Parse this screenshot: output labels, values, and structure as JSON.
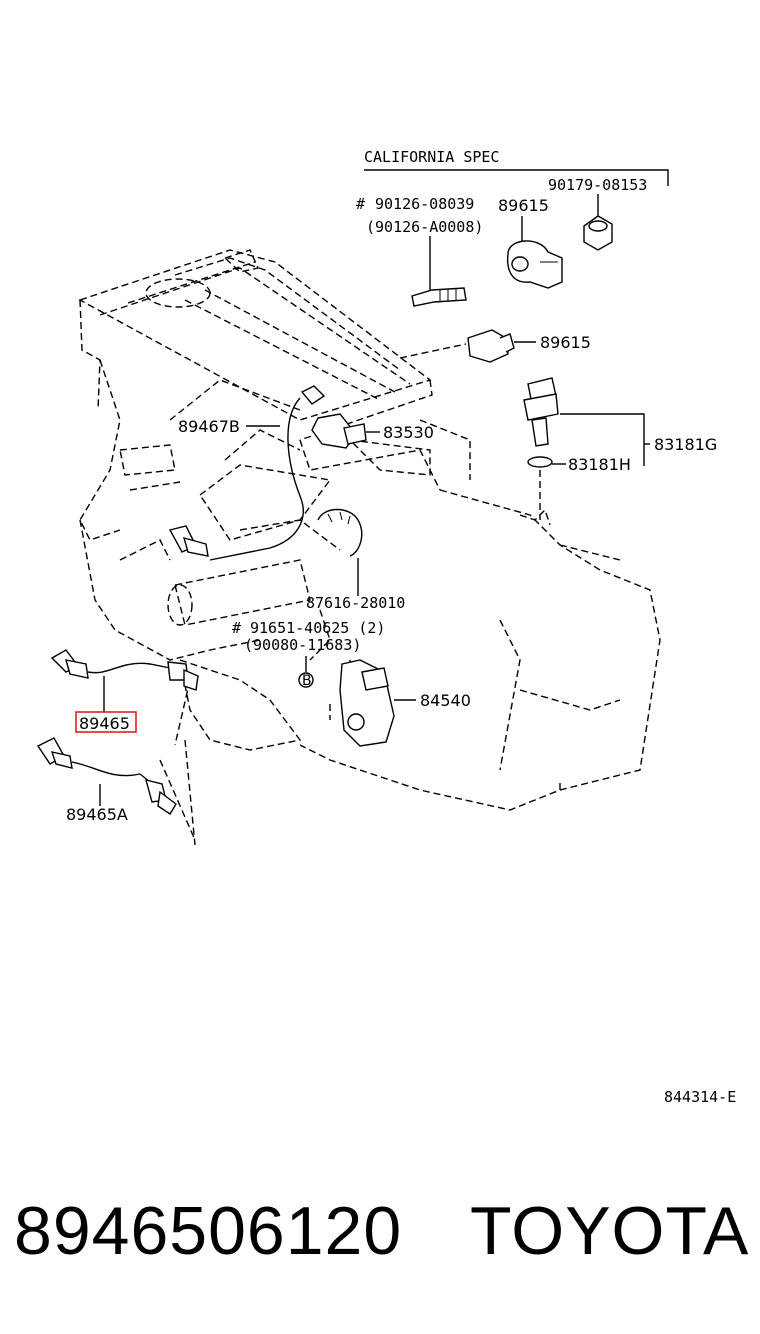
{
  "diagram": {
    "spec_label": "CALIFORNIA SPEC",
    "parts": {
      "p90179": "90179-08153",
      "p90126": "90126-08039",
      "p90126_alt": "(90126-A0008)",
      "p89615_top": "89615",
      "p89615_mid": "89615",
      "p89467b": "89467B",
      "p83530": "83530",
      "p83181g": "83181G",
      "p83181h": "83181H",
      "p87616": "87616-28010",
      "p91651": "91651-40625 (2)",
      "p90080": "(90080-11683)",
      "p84540": "84540",
      "p89465": "89465",
      "p89465a": "89465A"
    },
    "hash_mark": "#",
    "circle_b": "B",
    "figure_code": "844314-E",
    "highlight_color": "#e02020"
  },
  "footer": {
    "part_number": "8946506120",
    "brand": "TOYOTA"
  }
}
